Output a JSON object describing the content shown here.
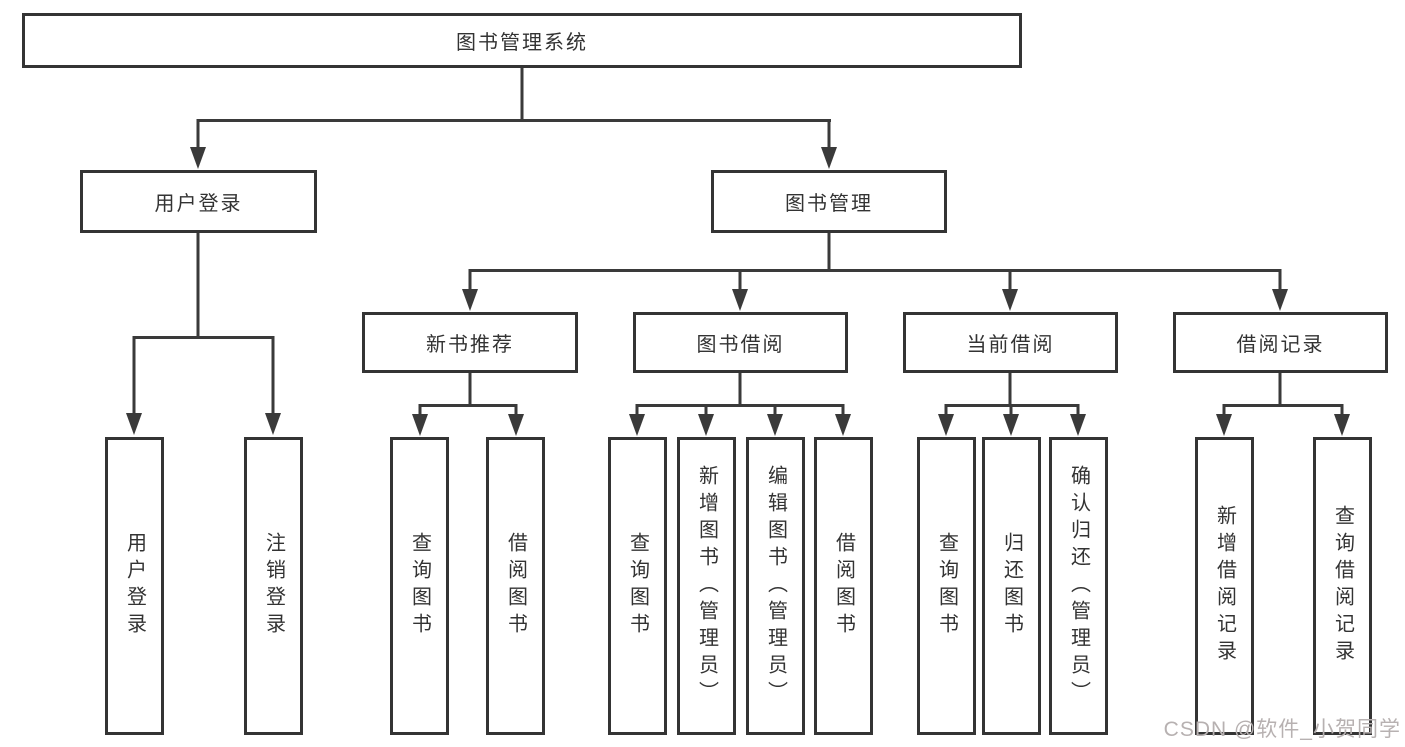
{
  "diagram": {
    "title": "图书管理系统",
    "root": {
      "label": "图书管理系统"
    },
    "branches": [
      {
        "label": "用户登录",
        "children": [
          {
            "label": "用户登录"
          },
          {
            "label": "注销登录"
          }
        ]
      },
      {
        "label": "图书管理",
        "children": [
          {
            "label": "新书推荐",
            "children": [
              {
                "label": "查询图书"
              },
              {
                "label": "借阅图书"
              }
            ]
          },
          {
            "label": "图书借阅",
            "children": [
              {
                "label": "查询图书"
              },
              {
                "label": "新增图书（管理员）"
              },
              {
                "label": "编辑图书（管理员）"
              },
              {
                "label": "借阅图书"
              }
            ]
          },
          {
            "label": "当前借阅",
            "children": [
              {
                "label": "查询图书"
              },
              {
                "label": "归还图书"
              },
              {
                "label": "确认归还（管理员）"
              }
            ]
          },
          {
            "label": "借阅记录",
            "children": [
              {
                "label": "新增借阅记录"
              },
              {
                "label": "查询借阅记录"
              }
            ]
          }
        ]
      }
    ]
  },
  "watermark": {
    "text": "CSDN @软件_小贺同学"
  },
  "colors": {
    "line": "#3a3a3a",
    "border": "#343434",
    "text": "#333333",
    "watermark": "#b7b1b1",
    "background": "#ffffff"
  }
}
